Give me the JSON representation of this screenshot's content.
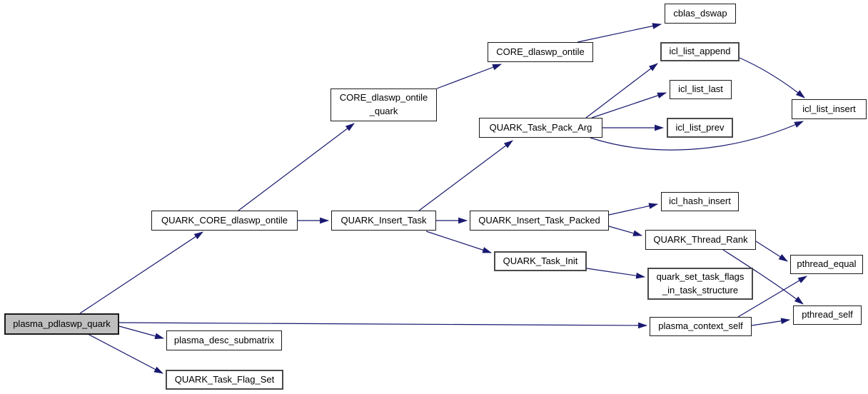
{
  "graph": {
    "type": "call-graph",
    "root": "plasma_pdlaswp_quark",
    "colors": {
      "edge": "#191970",
      "node_border": "#1a1a1a",
      "bold_node_border": "#4a4a4a",
      "node_fill": "#ffffff",
      "root_fill": "#bfbfbf",
      "background": "#ffffff",
      "text": "#000000"
    },
    "nodes": [
      {
        "id": "plasma_pdlaswp_quark",
        "label": "plasma_pdlaswp_quark"
      },
      {
        "id": "QUARK_CORE_dlaswp_ontile",
        "label": "QUARK_CORE_dlaswp_ontile"
      },
      {
        "id": "CORE_dlaswp_ontile_quark",
        "label": "CORE_dlaswp_ontile\n_quark"
      },
      {
        "id": "CORE_dlaswp_ontile",
        "label": "CORE_dlaswp_ontile"
      },
      {
        "id": "cblas_dswap",
        "label": "cblas_dswap"
      },
      {
        "id": "QUARK_Insert_Task",
        "label": "QUARK_Insert_Task"
      },
      {
        "id": "QUARK_Task_Pack_Arg",
        "label": "QUARK_Task_Pack_Arg"
      },
      {
        "id": "icl_list_append",
        "label": "icl_list_append"
      },
      {
        "id": "icl_list_last",
        "label": "icl_list_last"
      },
      {
        "id": "icl_list_prev",
        "label": "icl_list_prev"
      },
      {
        "id": "icl_list_insert",
        "label": "icl_list_insert"
      },
      {
        "id": "QUARK_Insert_Task_Packed",
        "label": "QUARK_Insert_Task_Packed"
      },
      {
        "id": "icl_hash_insert",
        "label": "icl_hash_insert"
      },
      {
        "id": "QUARK_Thread_Rank",
        "label": "QUARK_Thread_Rank"
      },
      {
        "id": "QUARK_Task_Init",
        "label": "QUARK_Task_Init"
      },
      {
        "id": "quark_set_task_flags_in_task_structure",
        "label": "quark_set_task_flags\n_in_task_structure"
      },
      {
        "id": "pthread_equal",
        "label": "pthread_equal"
      },
      {
        "id": "pthread_self",
        "label": "pthread_self"
      },
      {
        "id": "plasma_context_self",
        "label": "plasma_context_self"
      },
      {
        "id": "plasma_desc_submatrix",
        "label": "plasma_desc_submatrix"
      },
      {
        "id": "QUARK_Task_Flag_Set",
        "label": "QUARK_Task_Flag_Set"
      }
    ],
    "edges": [
      {
        "from": "plasma_pdlaswp_quark",
        "to": "QUARK_CORE_dlaswp_ontile"
      },
      {
        "from": "plasma_pdlaswp_quark",
        "to": "plasma_desc_submatrix"
      },
      {
        "from": "plasma_pdlaswp_quark",
        "to": "QUARK_Task_Flag_Set"
      },
      {
        "from": "plasma_pdlaswp_quark",
        "to": "plasma_context_self"
      },
      {
        "from": "QUARK_CORE_dlaswp_ontile",
        "to": "CORE_dlaswp_ontile_quark"
      },
      {
        "from": "QUARK_CORE_dlaswp_ontile",
        "to": "QUARK_Insert_Task"
      },
      {
        "from": "CORE_dlaswp_ontile_quark",
        "to": "CORE_dlaswp_ontile"
      },
      {
        "from": "CORE_dlaswp_ontile",
        "to": "cblas_dswap"
      },
      {
        "from": "QUARK_Insert_Task",
        "to": "QUARK_Task_Pack_Arg"
      },
      {
        "from": "QUARK_Insert_Task",
        "to": "QUARK_Insert_Task_Packed"
      },
      {
        "from": "QUARK_Insert_Task",
        "to": "QUARK_Task_Init"
      },
      {
        "from": "QUARK_Task_Pack_Arg",
        "to": "icl_list_append"
      },
      {
        "from": "QUARK_Task_Pack_Arg",
        "to": "icl_list_last"
      },
      {
        "from": "QUARK_Task_Pack_Arg",
        "to": "icl_list_prev"
      },
      {
        "from": "QUARK_Task_Pack_Arg",
        "to": "icl_list_insert"
      },
      {
        "from": "icl_list_append",
        "to": "icl_list_insert"
      },
      {
        "from": "QUARK_Insert_Task_Packed",
        "to": "icl_hash_insert"
      },
      {
        "from": "QUARK_Insert_Task_Packed",
        "to": "QUARK_Thread_Rank"
      },
      {
        "from": "QUARK_Thread_Rank",
        "to": "pthread_equal"
      },
      {
        "from": "QUARK_Thread_Rank",
        "to": "pthread_self"
      },
      {
        "from": "QUARK_Task_Init",
        "to": "quark_set_task_flags_in_task_structure"
      },
      {
        "from": "plasma_context_self",
        "to": "pthread_equal"
      },
      {
        "from": "plasma_context_self",
        "to": "pthread_self"
      }
    ]
  }
}
